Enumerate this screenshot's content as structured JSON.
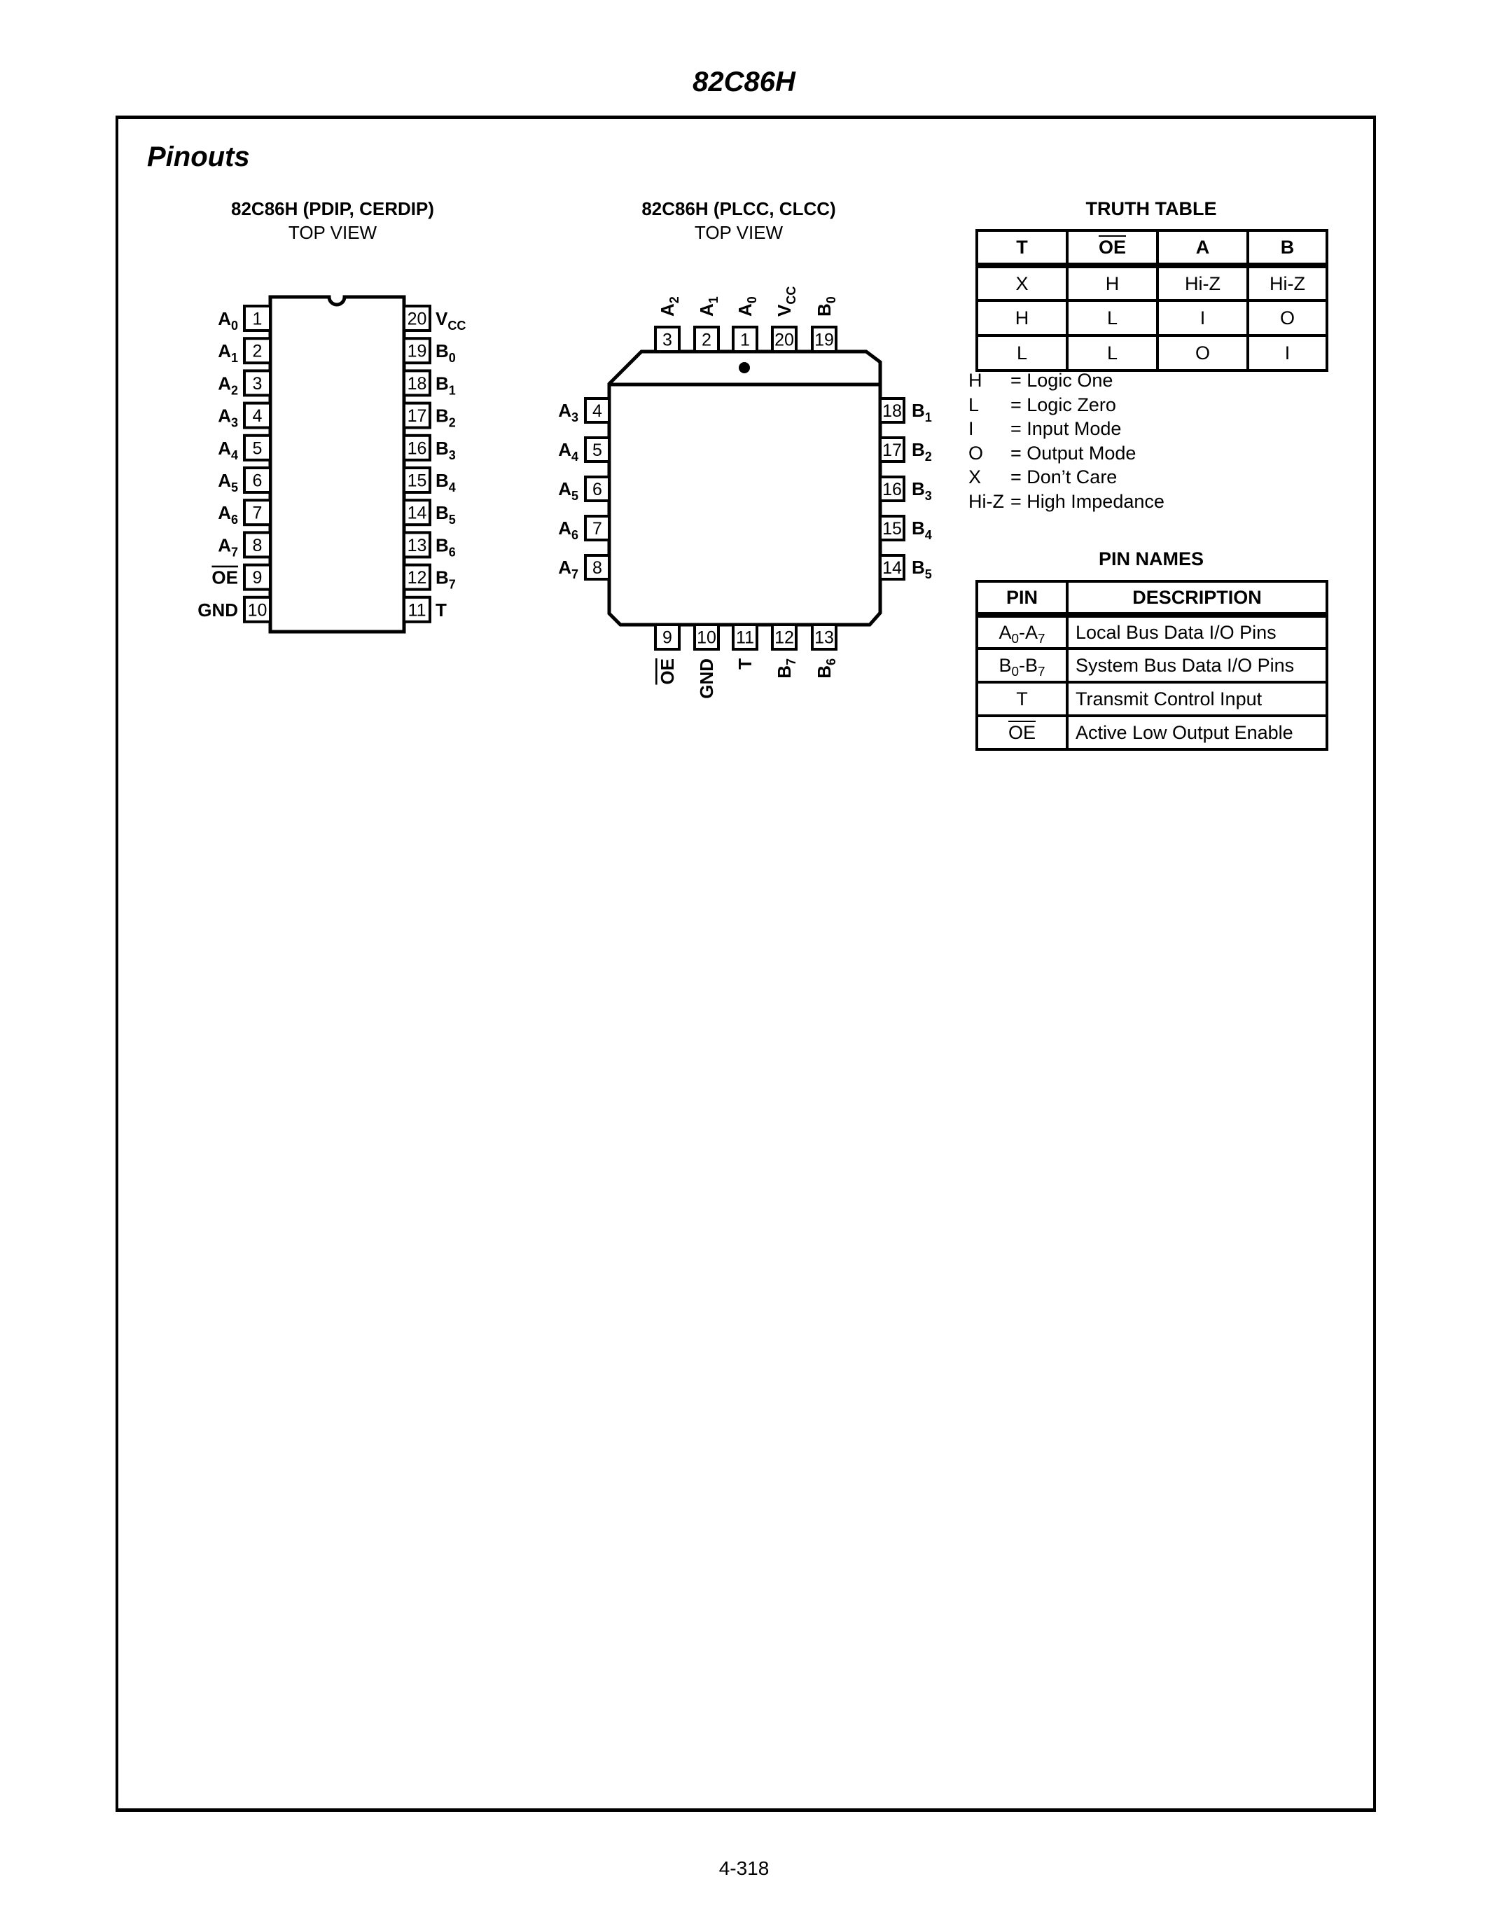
{
  "header": {
    "title": "82C86H"
  },
  "section": {
    "title": "Pinouts"
  },
  "dip": {
    "title": "82C86H (PDIP, CERDIP)",
    "view": "TOP VIEW",
    "left_pins": [
      {
        "num": "1",
        "name": "A",
        "sub": "0"
      },
      {
        "num": "2",
        "name": "A",
        "sub": "1"
      },
      {
        "num": "3",
        "name": "A",
        "sub": "2"
      },
      {
        "num": "4",
        "name": "A",
        "sub": "3"
      },
      {
        "num": "5",
        "name": "A",
        "sub": "4"
      },
      {
        "num": "6",
        "name": "A",
        "sub": "5"
      },
      {
        "num": "7",
        "name": "A",
        "sub": "6"
      },
      {
        "num": "8",
        "name": "A",
        "sub": "7"
      },
      {
        "num": "9",
        "name": "OE",
        "sub": "",
        "overline": true
      },
      {
        "num": "10",
        "name": "GND",
        "sub": ""
      }
    ],
    "right_pins": [
      {
        "num": "20",
        "name": "V",
        "sub": "CC"
      },
      {
        "num": "19",
        "name": "B",
        "sub": "0"
      },
      {
        "num": "18",
        "name": "B",
        "sub": "1"
      },
      {
        "num": "17",
        "name": "B",
        "sub": "2"
      },
      {
        "num": "16",
        "name": "B",
        "sub": "3"
      },
      {
        "num": "15",
        "name": "B",
        "sub": "4"
      },
      {
        "num": "14",
        "name": "B",
        "sub": "5"
      },
      {
        "num": "13",
        "name": "B",
        "sub": "6"
      },
      {
        "num": "12",
        "name": "B",
        "sub": "7"
      },
      {
        "num": "11",
        "name": "T",
        "sub": ""
      }
    ]
  },
  "plcc": {
    "title": "82C86H (PLCC, CLCC)",
    "view": "TOP VIEW",
    "top_pins": [
      {
        "num": "3",
        "name": "A",
        "sub": "2"
      },
      {
        "num": "2",
        "name": "A",
        "sub": "1"
      },
      {
        "num": "1",
        "name": "A",
        "sub": "0"
      },
      {
        "num": "20",
        "name": "V",
        "sub": "CC"
      },
      {
        "num": "19",
        "name": "B",
        "sub": "0"
      }
    ],
    "left_pins": [
      {
        "num": "4",
        "name": "A",
        "sub": "3"
      },
      {
        "num": "5",
        "name": "A",
        "sub": "4"
      },
      {
        "num": "6",
        "name": "A",
        "sub": "5"
      },
      {
        "num": "7",
        "name": "A",
        "sub": "6"
      },
      {
        "num": "8",
        "name": "A",
        "sub": "7"
      }
    ],
    "right_pins": [
      {
        "num": "18",
        "name": "B",
        "sub": "1"
      },
      {
        "num": "17",
        "name": "B",
        "sub": "2"
      },
      {
        "num": "16",
        "name": "B",
        "sub": "3"
      },
      {
        "num": "15",
        "name": "B",
        "sub": "4"
      },
      {
        "num": "14",
        "name": "B",
        "sub": "5"
      }
    ],
    "bottom_pins": [
      {
        "num": "9",
        "name": "OE",
        "sub": "",
        "overline": true
      },
      {
        "num": "10",
        "name": "GND",
        "sub": ""
      },
      {
        "num": "11",
        "name": "T",
        "sub": ""
      },
      {
        "num": "12",
        "name": "B",
        "sub": "7"
      },
      {
        "num": "13",
        "name": "B",
        "sub": "6"
      }
    ]
  },
  "truth_table": {
    "title": "TRUTH TABLE",
    "headers": [
      "T",
      "OE",
      "A",
      "B"
    ],
    "rows": [
      [
        "X",
        "H",
        "Hi-Z",
        "Hi-Z"
      ],
      [
        "H",
        "L",
        "I",
        "O"
      ],
      [
        "L",
        "L",
        "O",
        "I"
      ]
    ],
    "legend": [
      {
        "key": "H",
        "value": "= Logic One"
      },
      {
        "key": "L",
        "value": "= Logic Zero"
      },
      {
        "key": "I",
        "value": "= Input Mode"
      },
      {
        "key": "O",
        "value": "= Output Mode"
      },
      {
        "key": "X",
        "value": "= Don’t Care"
      },
      {
        "key": "Hi-Z",
        "value": "= High Impedance"
      }
    ]
  },
  "pin_names": {
    "title": "PIN NAMES",
    "headers": [
      "PIN",
      "DESCRIPTION"
    ],
    "rows": [
      {
        "pin": "A",
        "pin_sub": "0",
        "pin_suffix": "-A",
        "pin_suffix_sub": "7",
        "desc": "Local Bus Data I/O Pins"
      },
      {
        "pin": "B",
        "pin_sub": "0",
        "pin_suffix": "-B",
        "pin_suffix_sub": "7",
        "desc": "System Bus Data I/O Pins"
      },
      {
        "pin": "T",
        "pin_sub": "",
        "pin_suffix": "",
        "pin_suffix_sub": "",
        "desc": "Transmit Control Input"
      },
      {
        "pin": "OE",
        "pin_sub": "",
        "pin_suffix": "",
        "pin_suffix_sub": "",
        "desc": "Active Low Output Enable",
        "overline": true
      }
    ]
  },
  "footer": {
    "page_number": "4-318"
  }
}
